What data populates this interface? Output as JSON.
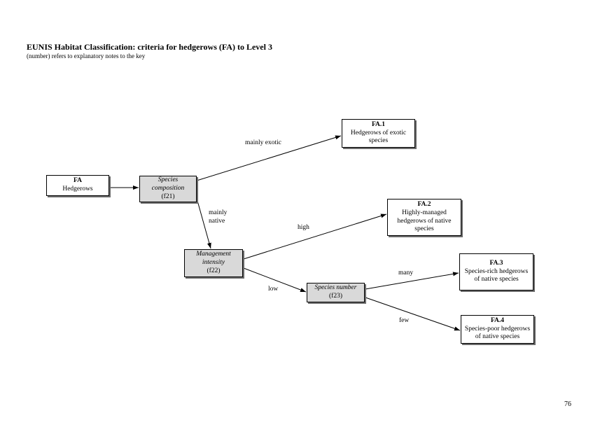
{
  "page": {
    "title": "EUNIS Habitat Classification: criteria for hedgerows (FA) to Level 3",
    "subtitle": "(number) refers to explanatory notes to the key",
    "page_number": "76"
  },
  "nodes": {
    "fa": {
      "code": "FA",
      "label": "Hedgerows"
    },
    "species_composition": {
      "criterion": "Species composition",
      "note": "(f21)"
    },
    "management_intensity": {
      "criterion": "Management intensity",
      "note": "(f22)"
    },
    "species_number": {
      "criterion": "Species number",
      "note": "(f23)"
    },
    "fa1": {
      "code": "FA.1",
      "label": "Hedgerows of exotic species"
    },
    "fa2": {
      "code": "FA.2",
      "label": "Highly-managed hedgerows of native species"
    },
    "fa3": {
      "code": "FA.3",
      "label": "Species-rich hedgerows of native species"
    },
    "fa4": {
      "code": "FA.4",
      "label": "Species-poor hedgerows of native species"
    }
  },
  "edges": {
    "mainly_exotic": "mainly exotic",
    "mainly_native": "mainly native",
    "high": "high",
    "low": "low",
    "many": "many",
    "few": "few"
  }
}
